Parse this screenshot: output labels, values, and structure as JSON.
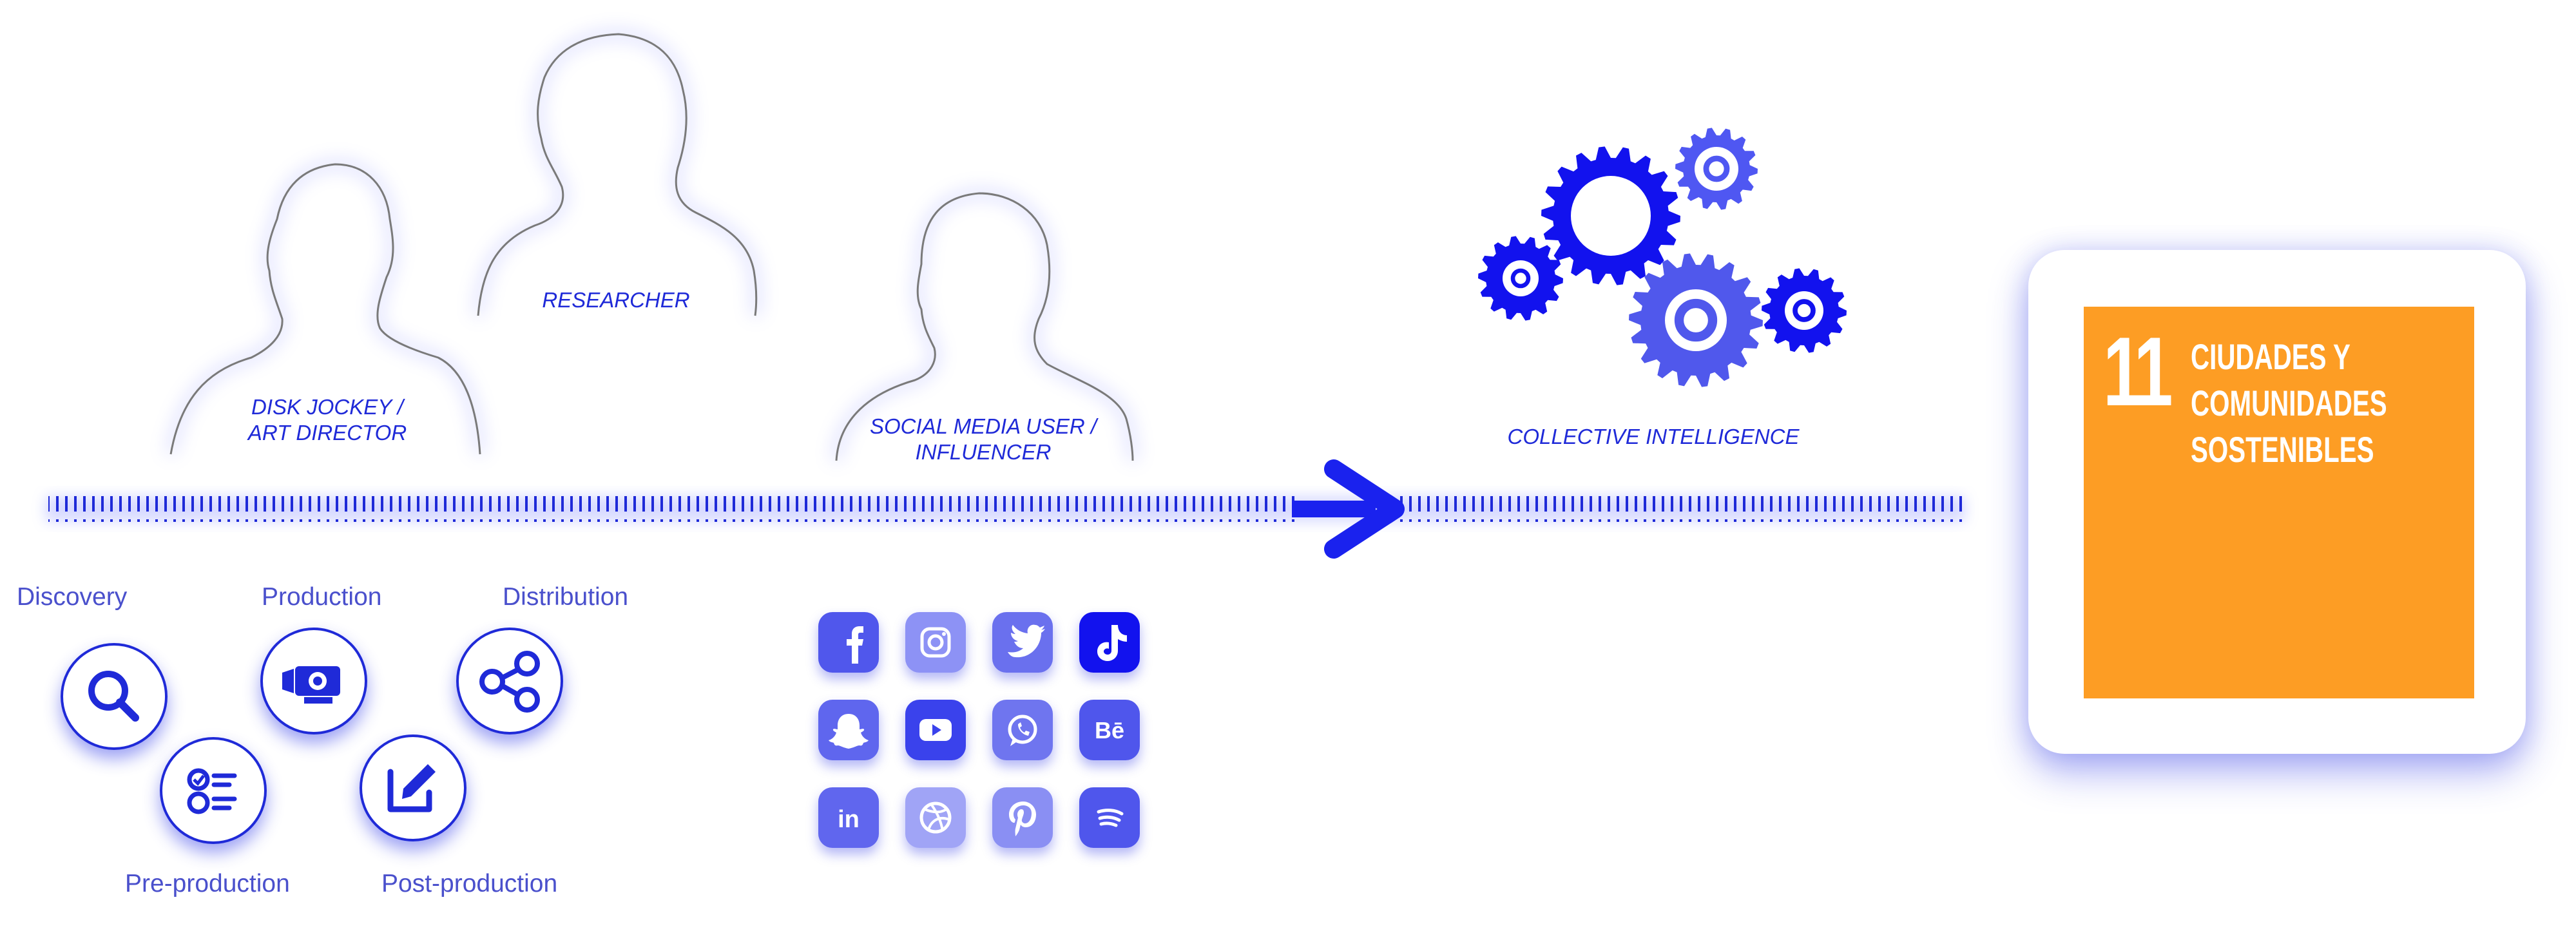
{
  "roles": {
    "dj": [
      "DISK JOCKEY /",
      "ART DIRECTOR"
    ],
    "researcher": [
      "RESEARCHER"
    ],
    "influencer": [
      "SOCIAL MEDIA USER /",
      "INFLUENCER"
    ],
    "collective": [
      "COLLECTIVE INTELLIGENCE"
    ]
  },
  "stages": {
    "discovery": "Discovery",
    "production": "Production",
    "distribution": "Distribution",
    "preproduction": "Pre-production",
    "postproduction": "Post-production"
  },
  "stage_icons": [
    "search-icon",
    "checklist-icon",
    "camera-icon",
    "edit-icon",
    "share-icon"
  ],
  "social_icons": [
    "facebook-icon",
    "instagram-icon",
    "twitter-icon",
    "tiktok-icon",
    "snapchat-icon",
    "youtube-icon",
    "whatsapp-icon",
    "behance-icon",
    "linkedin-icon",
    "dribbble-icon",
    "pinterest-icon",
    "spotify-icon"
  ],
  "social_labels": {
    "linkedin": "in",
    "behance": "Bē"
  },
  "sdg": {
    "number": "11",
    "title_lines": [
      "CIUDADES Y",
      "COMUNIDADES",
      "SOSTENIBLES"
    ]
  },
  "colors": {
    "accent": "#1f2ad8",
    "silhouette_line": "#777777",
    "sdg_orange": "#fd9d24"
  }
}
